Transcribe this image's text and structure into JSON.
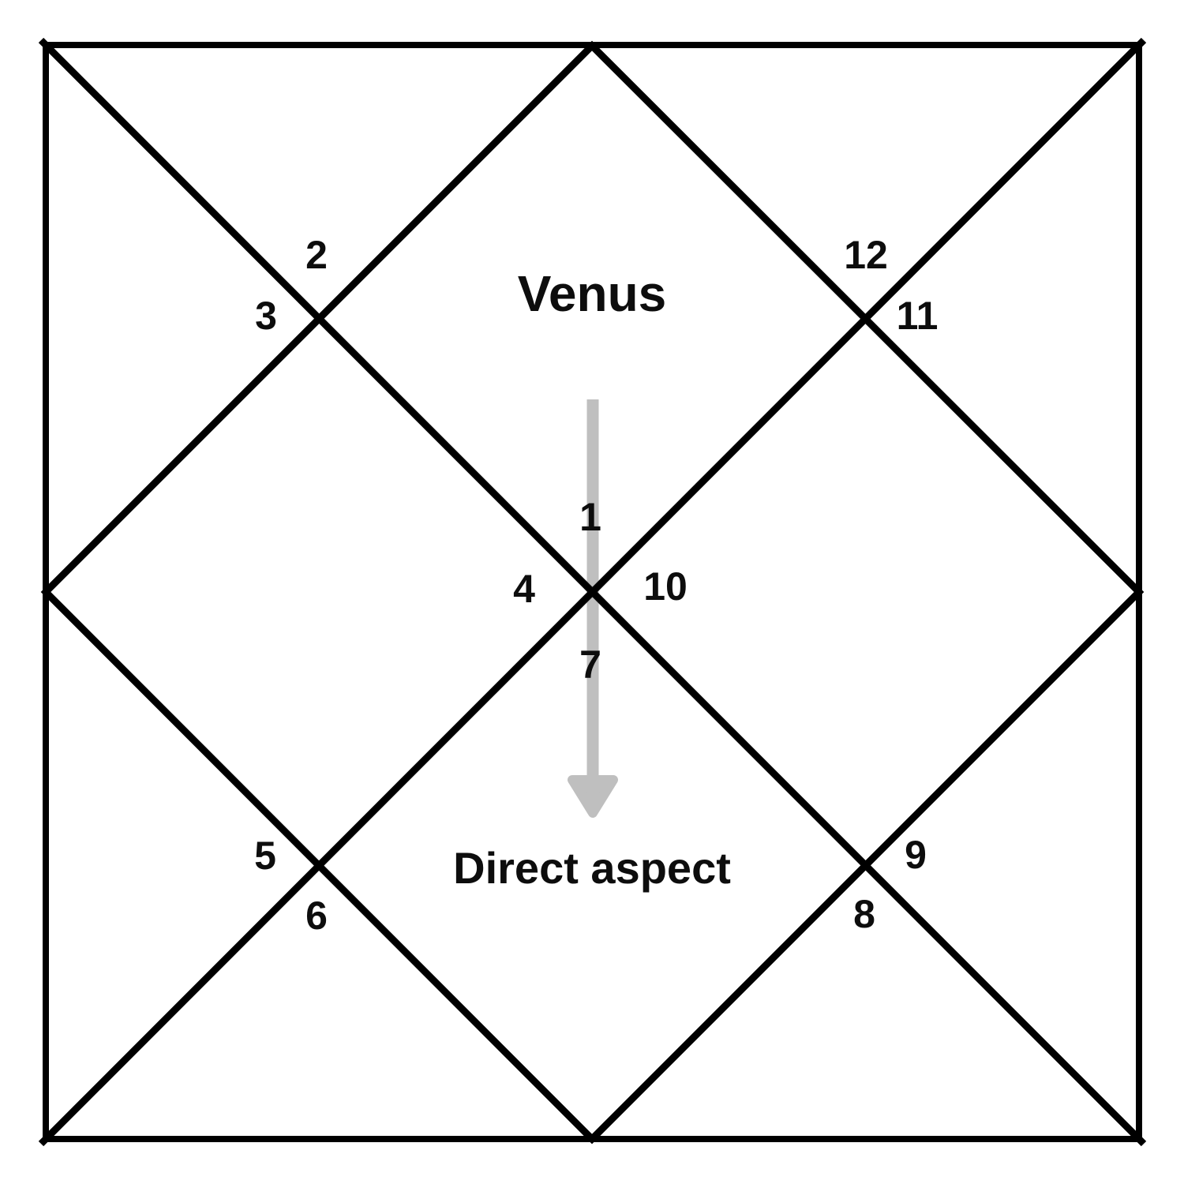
{
  "chart": {
    "planet_label": "Venus",
    "aspect_label": "Direct aspect",
    "houses": [
      {
        "label": "1"
      },
      {
        "label": "2"
      },
      {
        "label": "3"
      },
      {
        "label": "4"
      },
      {
        "label": "5"
      },
      {
        "label": "6"
      },
      {
        "label": "7"
      },
      {
        "label": "8"
      },
      {
        "label": "9"
      },
      {
        "label": "10"
      },
      {
        "label": "11"
      },
      {
        "label": "12"
      }
    ],
    "colors": {
      "line": "#000000",
      "arrow": "#bfbfbf",
      "text": "#0d0d0d",
      "background": "#ffffff"
    }
  }
}
